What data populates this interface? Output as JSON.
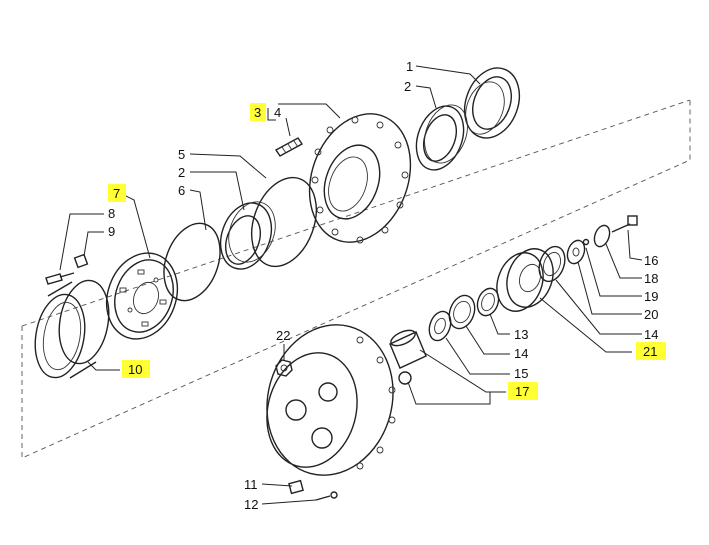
{
  "callouts": [
    {
      "id": "1",
      "text": "1",
      "highlighted": false
    },
    {
      "id": "2a",
      "text": "2",
      "highlighted": false
    },
    {
      "id": "3",
      "text": "3",
      "highlighted": true
    },
    {
      "id": "4",
      "text": "4",
      "highlighted": false
    },
    {
      "id": "5",
      "text": "5",
      "highlighted": false
    },
    {
      "id": "2b",
      "text": "2",
      "highlighted": false
    },
    {
      "id": "6",
      "text": "6",
      "highlighted": false
    },
    {
      "id": "7",
      "text": "7",
      "highlighted": true
    },
    {
      "id": "8",
      "text": "8",
      "highlighted": false
    },
    {
      "id": "9",
      "text": "9",
      "highlighted": false
    },
    {
      "id": "10",
      "text": "10",
      "highlighted": true
    },
    {
      "id": "16",
      "text": "16",
      "highlighted": false
    },
    {
      "id": "18",
      "text": "18",
      "highlighted": false
    },
    {
      "id": "19",
      "text": "19",
      "highlighted": false
    },
    {
      "id": "20",
      "text": "20",
      "highlighted": false
    },
    {
      "id": "14a",
      "text": "14",
      "highlighted": false
    },
    {
      "id": "21",
      "text": "21",
      "highlighted": true
    },
    {
      "id": "13",
      "text": "13",
      "highlighted": false
    },
    {
      "id": "14b",
      "text": "14",
      "highlighted": false
    },
    {
      "id": "15",
      "text": "15",
      "highlighted": false
    },
    {
      "id": "17",
      "text": "17",
      "highlighted": true
    },
    {
      "id": "22",
      "text": "22",
      "highlighted": false
    },
    {
      "id": "11",
      "text": "11",
      "highlighted": false
    },
    {
      "id": "12",
      "text": "12",
      "highlighted": false
    }
  ],
  "colors": {
    "highlight": "#ffff33",
    "line": "#222222",
    "background": "#ffffff"
  }
}
